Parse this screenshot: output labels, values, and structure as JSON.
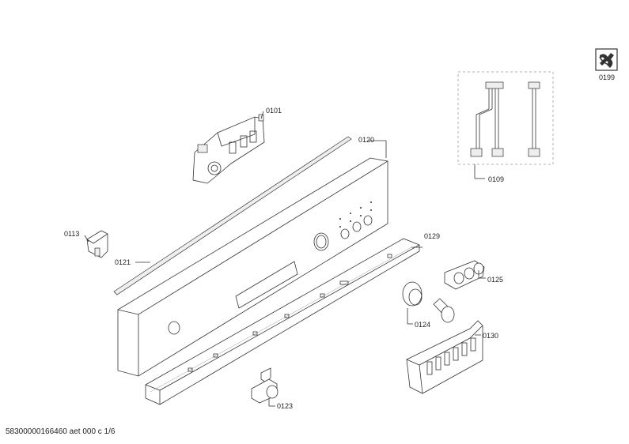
{
  "labels": {
    "p0101": "0101",
    "p0109": "0109",
    "p0113": "0113",
    "p0120": "0120",
    "p0121": "0121",
    "p0123": "0123",
    "p0124": "0124",
    "p0125": "0125",
    "p0129": "0129",
    "p0130": "0130",
    "p0199": "0199"
  },
  "footer": {
    "doc_id": "58300000166460 aet 000 c 1/6"
  },
  "icons": {
    "service": "wrench-service-icon"
  }
}
